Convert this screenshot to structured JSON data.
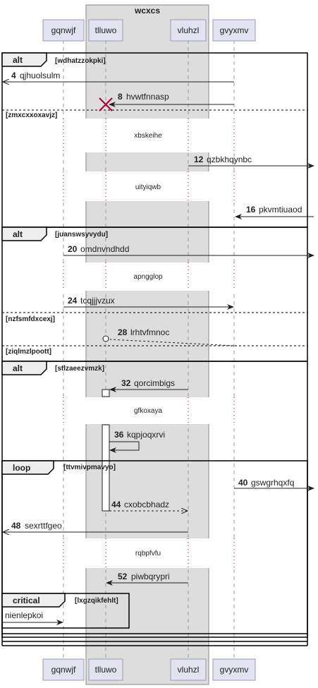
{
  "box": {
    "title": "wcxcs"
  },
  "participants": [
    "gqnwjf",
    "tlluwo",
    "vluhzl",
    "gvyxmv"
  ],
  "fragments": {
    "alt1": {
      "keyword": "alt",
      "guard": "[wdhatzzokpki]"
    },
    "alt1_else1": "[zmxcxxoxavjz]",
    "alt2": {
      "keyword": "alt",
      "guard": "[juanswsyvydu]"
    },
    "alt2_else1": "[nzfsmfdxcexj]",
    "alt2_else2": "[ziqlmzlpoott]",
    "alt3": {
      "keyword": "alt",
      "guard": "[stlzaeezvmzk]"
    },
    "loop": {
      "keyword": "loop",
      "guard": "[ttvmivpmavyo]"
    },
    "critical": {
      "keyword": "critical",
      "guard": "[lxgzqikfehlt]"
    }
  },
  "messages": [
    {
      "num": "4",
      "label": "qjhuolsulm"
    },
    {
      "num": "8",
      "label": "hvwtfnnasp"
    },
    {
      "num": "12",
      "label": "qzbkhqynbc"
    },
    {
      "num": "16",
      "label": "pkvmtiuaod"
    },
    {
      "num": "20",
      "label": "omdnvndhdd"
    },
    {
      "num": "24",
      "label": "tcqjjjvzux"
    },
    {
      "num": "28",
      "label": "lrhtvfmnoc"
    },
    {
      "num": "32",
      "label": "qorcimbigs"
    },
    {
      "num": "36",
      "label": "kqpjoqxrvi"
    },
    {
      "num": "40",
      "label": "gswgrhqxfq"
    },
    {
      "num": "44",
      "label": "cxobcbhadz"
    },
    {
      "num": "48",
      "label": "sexrttfgeo"
    },
    {
      "num": "52",
      "label": "piwbqrypri"
    },
    {
      "num": "",
      "label": "nienlepkoi"
    }
  ],
  "delays": [
    "xbskeihe",
    "uityiqwb",
    "apngglop",
    "gfkoxaya",
    "rqbpfvfu"
  ]
}
